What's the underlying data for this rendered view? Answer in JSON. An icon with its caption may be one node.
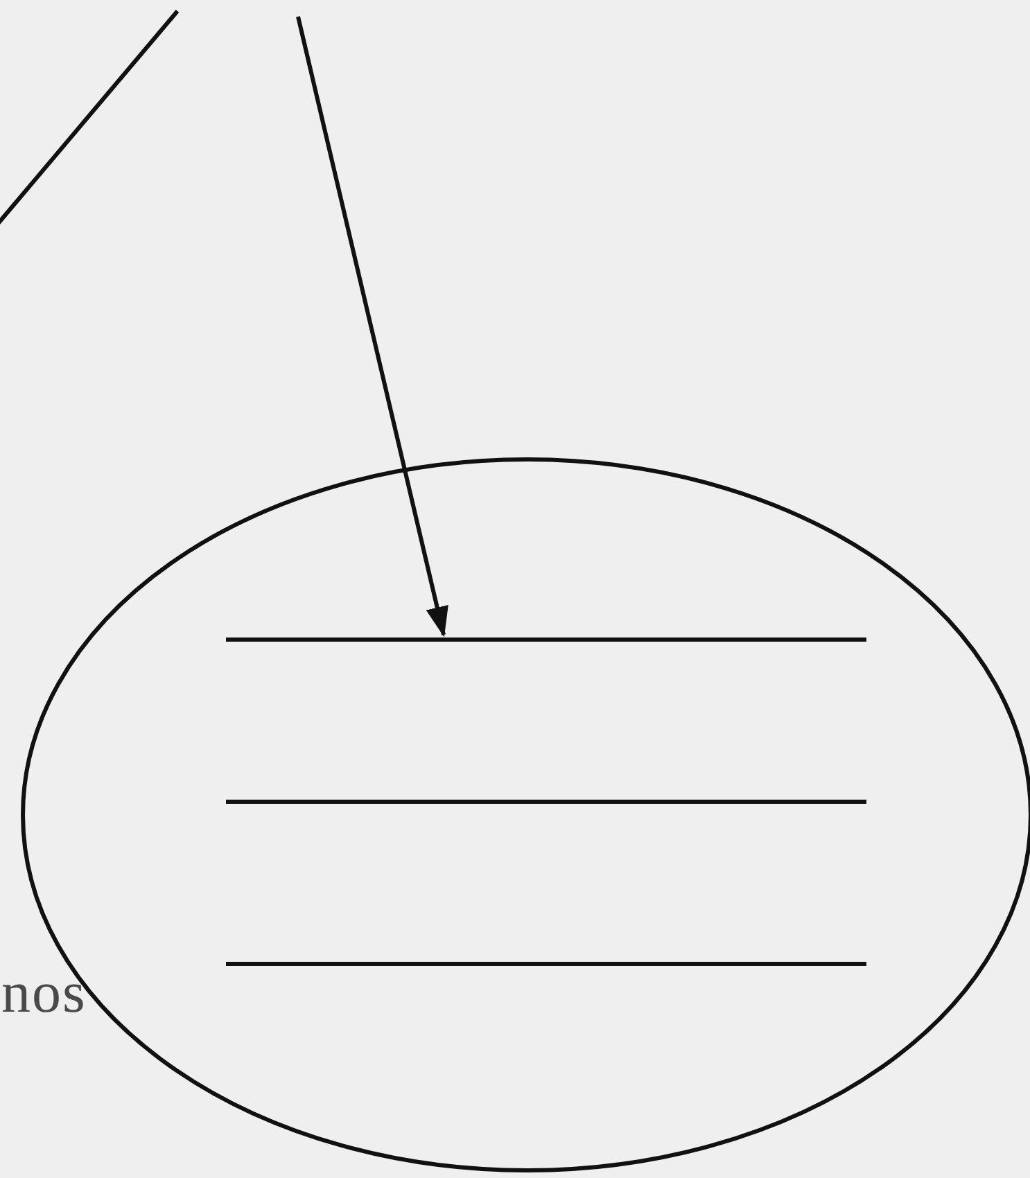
{
  "diagram": {
    "nodes": [
      {
        "text": [],
        "shape": "circle"
      },
      {
        "text": [],
        "shape": "bar",
        "in": 0
      },
      {
        "text": [],
        "shape": "bar",
        "in": 0
      },
      {
        "text": [],
        "shape": "bar",
        "in": 0
      }
    ],
    "edges": [
      {
        "from": null,
        "to": 1,
        "arrow": "to"
      }
    ],
    "labels": [
      "nos"
    ]
  }
}
